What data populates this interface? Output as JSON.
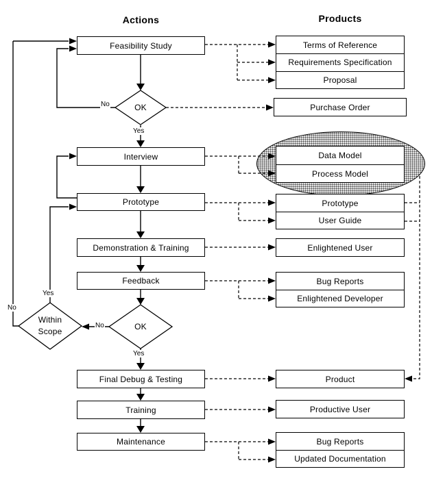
{
  "titles": {
    "actions": "Actions",
    "products": "Products"
  },
  "actions": {
    "feasibility": "Feasibility Study",
    "interview": "Interview",
    "prototype": "Prototype",
    "demonstration": "Demonstration & Training",
    "feedback": "Feedback",
    "final_debug": "Final Debug & Testing",
    "training": "Training",
    "maintenance": "Maintenance"
  },
  "decisions": {
    "ok1": "OK",
    "ok2": "OK",
    "scope_line1": "Within",
    "scope_line2": "Scope"
  },
  "branch_labels": {
    "ok1_no": "No",
    "ok1_yes": "Yes",
    "scope_yes": "Yes",
    "scope_no": "No",
    "ok2_no": "No",
    "ok2_yes": "Yes"
  },
  "products": {
    "terms": "Terms of Reference",
    "requirements": "Requirements Specification",
    "proposal": "Proposal",
    "purchase_order": "Purchase Order",
    "data_model": "Data Model",
    "process_model": "Process Model",
    "prototype": "Prototype",
    "user_guide": "User Guide",
    "enlightened_user": "Enlightened User",
    "bug_reports1": "Bug Reports",
    "enlightened_developer": "Enlightened Developer",
    "product": "Product",
    "productive_user": "Productive User",
    "bug_reports2": "Bug Reports",
    "updated_documentation": "Updated Documentation"
  },
  "colors": {
    "line": "#000000",
    "background": "#ffffff",
    "ellipse_fill": "#e3e3e3"
  }
}
